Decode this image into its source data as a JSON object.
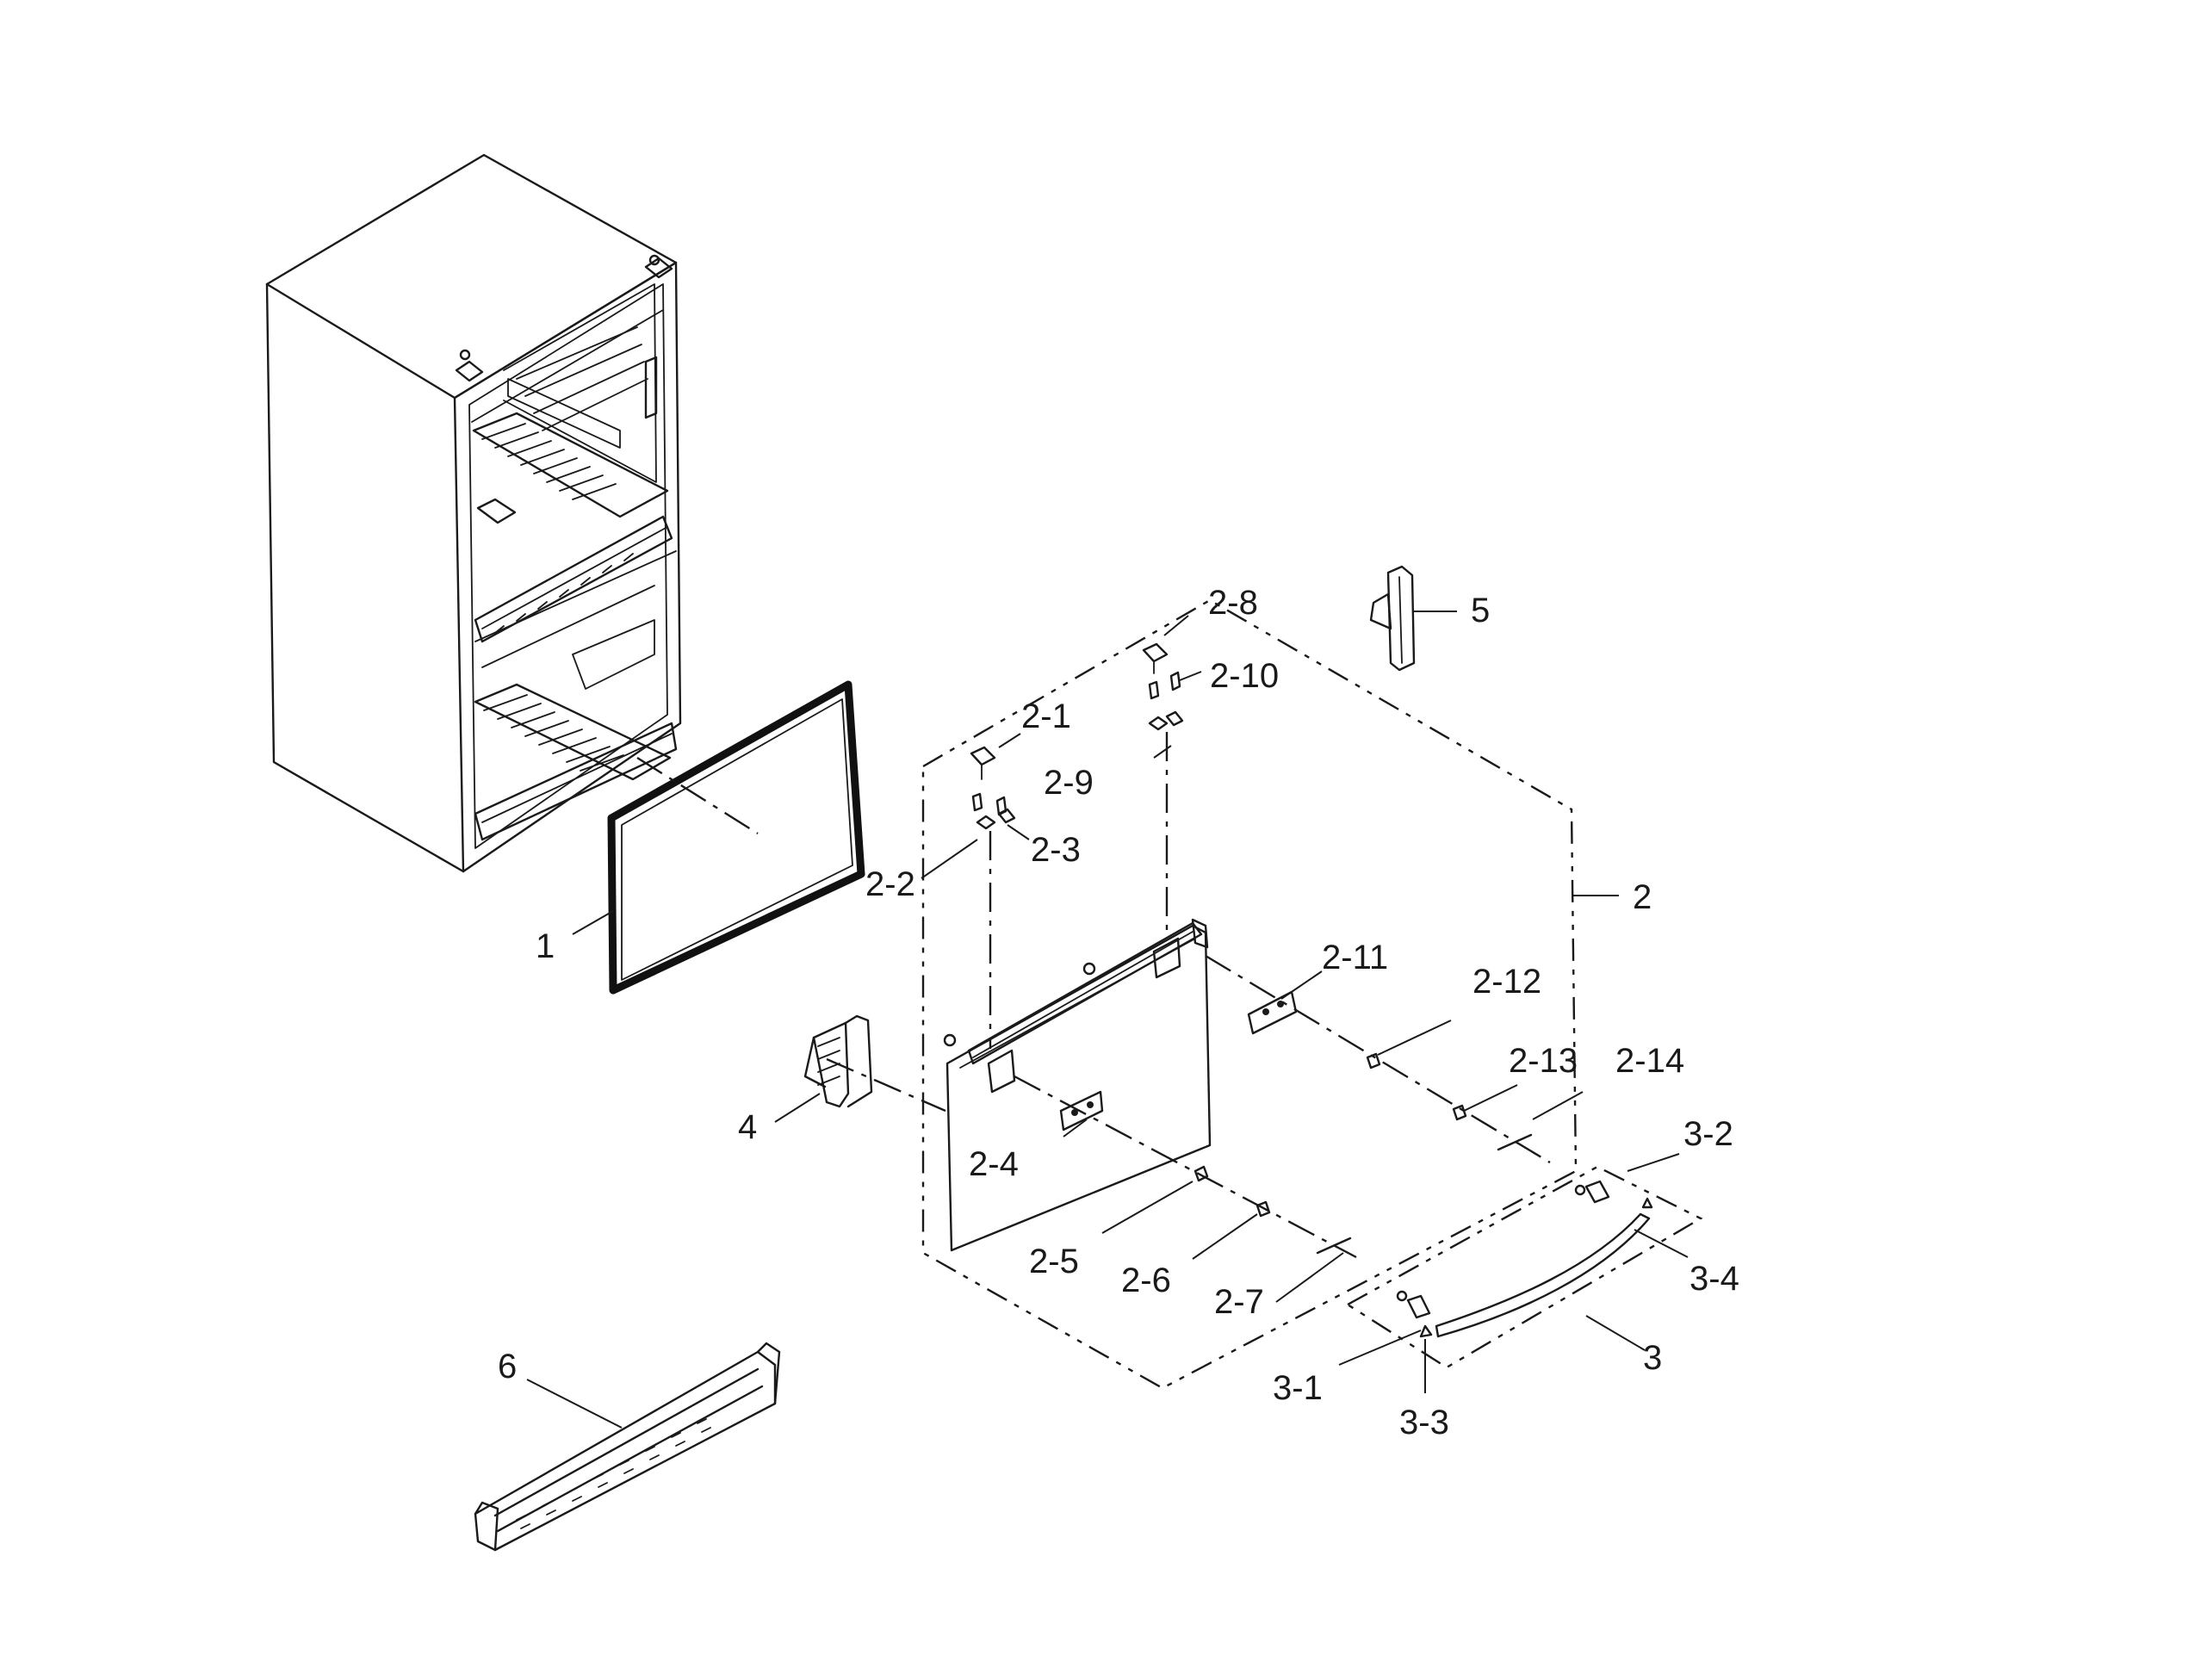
{
  "diagram": {
    "callouts": {
      "p1": "1",
      "p2": "2",
      "p2_1": "2-1",
      "p2_2": "2-2",
      "p2_3": "2-3",
      "p2_4": "2-4",
      "p2_5": "2-5",
      "p2_6": "2-6",
      "p2_7": "2-7",
      "p2_8": "2-8",
      "p2_9": "2-9",
      "p2_10": "2-10",
      "p2_11": "2-11",
      "p2_12": "2-12",
      "p2_13": "2-13",
      "p2_14": "2-14",
      "p3": "3",
      "p3_1": "3-1",
      "p3_2": "3-2",
      "p3_3": "3-3",
      "p3_4": "3-4",
      "p4": "4",
      "p5": "5",
      "p6": "6"
    },
    "colors": {
      "ink": "#1a1a1a",
      "paper": "#ffffff"
    }
  }
}
